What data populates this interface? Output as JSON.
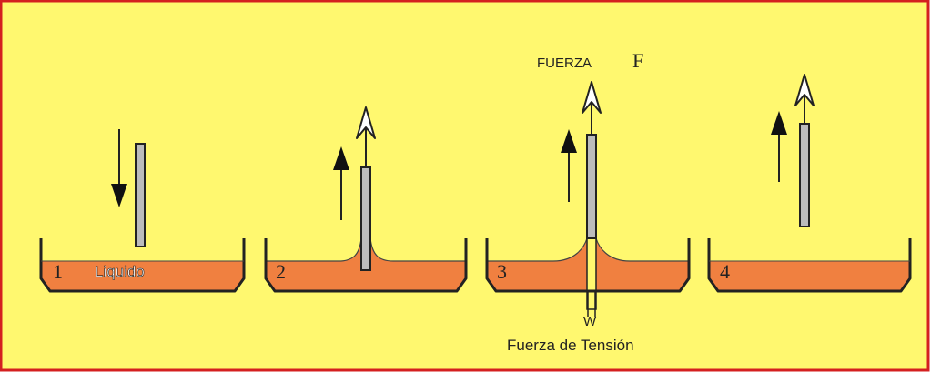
{
  "colors": {
    "background": "#fff86f",
    "border": "#d42020",
    "liquid": "#f08040",
    "rod": "#bcbcbc",
    "stroke": "#222222"
  },
  "panels": [
    {
      "number": "1",
      "label": "Liquido"
    },
    {
      "number": "2"
    },
    {
      "number": "3"
    },
    {
      "number": "4"
    }
  ],
  "force_label": "FUERZA",
  "force_symbol": "F",
  "weight_symbol": "W",
  "tension_label": "Fuerza de Tensión"
}
